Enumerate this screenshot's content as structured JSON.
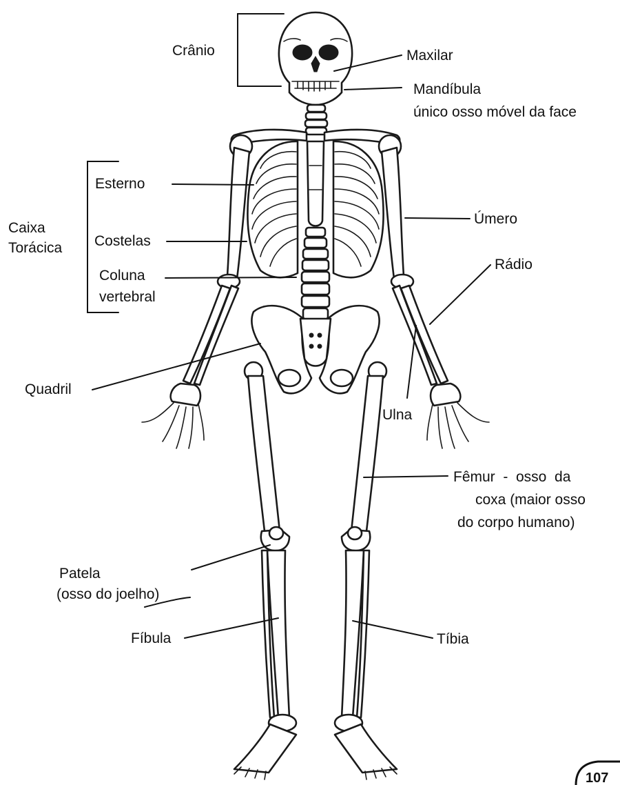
{
  "labels": {
    "cranio": "Crânio",
    "maxilar": "Maxilar",
    "mandibula": "Mandíbula",
    "mandibula_note": "único osso móvel da face",
    "esterno": "Esterno",
    "caixa_line1": "Caixa",
    "caixa_line2": "Torácica",
    "costelas": "Costelas",
    "coluna_line1": "Coluna",
    "coluna_line2": "vertebral",
    "umero": "Úmero",
    "radio": "Rádio",
    "quadril": "Quadril",
    "ulna": "Ulna",
    "femur_line1": "Fêmur  -  osso  da",
    "femur_line2": "coxa (maior osso",
    "femur_line3": "do corpo humano)",
    "patela_line1": "Patela",
    "patela_line2": "(osso do joelho)",
    "fibula": "Fíbula",
    "tibia": "Tíbia"
  },
  "page_number": "107"
}
